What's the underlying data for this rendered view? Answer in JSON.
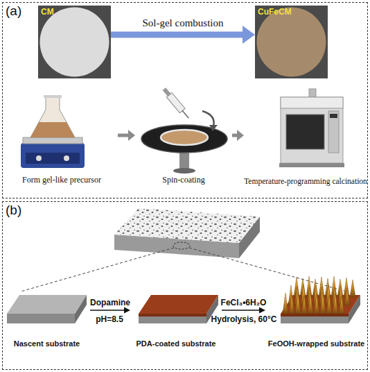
{
  "diagram": {
    "nodes": [
      {
        "text": [
          "(a)"
        ]
      },
      {
        "text": [
          "CM"
        ],
        "in": 0
      },
      {
        "text": [
          "CuFeCM"
        ],
        "in": 0
      },
      {
        "text": [
          "Form gel-like precursor"
        ],
        "in": 0
      },
      {
        "text": [
          "Spin-coating"
        ],
        "in": 0
      },
      {
        "text": [
          "Temperature-programming calcination"
        ],
        "in": 0
      },
      {
        "text": [
          "(b)"
        ]
      },
      {
        "text": [
          "Nascent substrate"
        ],
        "in": 6
      },
      {
        "text": [
          "PDA-coated substrate"
        ],
        "in": 6
      },
      {
        "text": [
          "FeOOH-wrapped substrate"
        ],
        "in": 6
      }
    ],
    "edges": [
      {
        "from": 1,
        "to": 2,
        "arrow": "to",
        "label": "Sol-gel combustion"
      },
      {
        "from": 3,
        "to": 4,
        "arrow": "to"
      },
      {
        "from": 4,
        "to": 5,
        "arrow": "to"
      },
      {
        "from": 7,
        "to": 8,
        "arrow": "to",
        "label": "Dopamine"
      },
      {
        "from": 8,
        "to": 9,
        "arrow": "to",
        "label": "FeCl₃•6H₂O"
      }
    ],
    "labels": [
      "pH=8.5",
      "Hydrolysis, 60°C"
    ]
  }
}
